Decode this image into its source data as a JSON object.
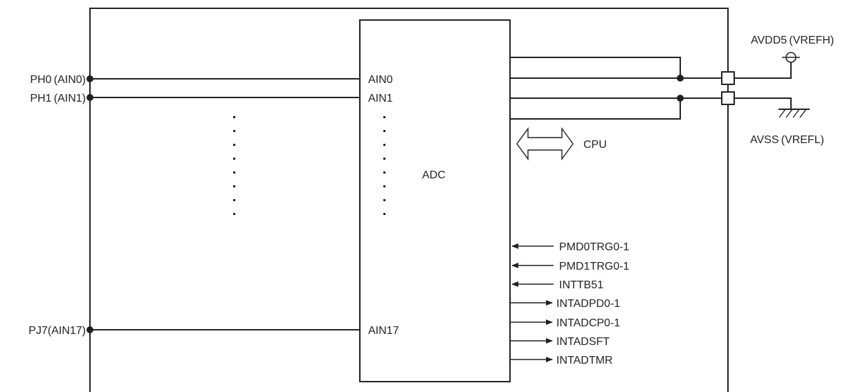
{
  "labels": {
    "adc": "ADC",
    "cpu": "CPU",
    "avdd": "AVDD5 (VREFH)",
    "avss": "AVSS (VREFL)"
  },
  "inputs": [
    {
      "pin": "PH0 (AIN0)",
      "channel": "AIN0"
    },
    {
      "pin": "PH1 (AIN1)",
      "channel": "AIN1"
    },
    {
      "pin": "PJ7(AIN17)",
      "channel": "AIN17"
    }
  ],
  "signals": [
    {
      "label": "PMD0TRG0-1",
      "direction": "in"
    },
    {
      "label": "PMD1TRG0-1",
      "direction": "in"
    },
    {
      "label": "INTTB51",
      "direction": "in"
    },
    {
      "label": "INTADPD0-1",
      "direction": "out"
    },
    {
      "label": "INTADCP0-1",
      "direction": "out"
    },
    {
      "label": "INTADSFT",
      "direction": "out"
    },
    {
      "label": "INTADTMR",
      "direction": "out"
    }
  ]
}
